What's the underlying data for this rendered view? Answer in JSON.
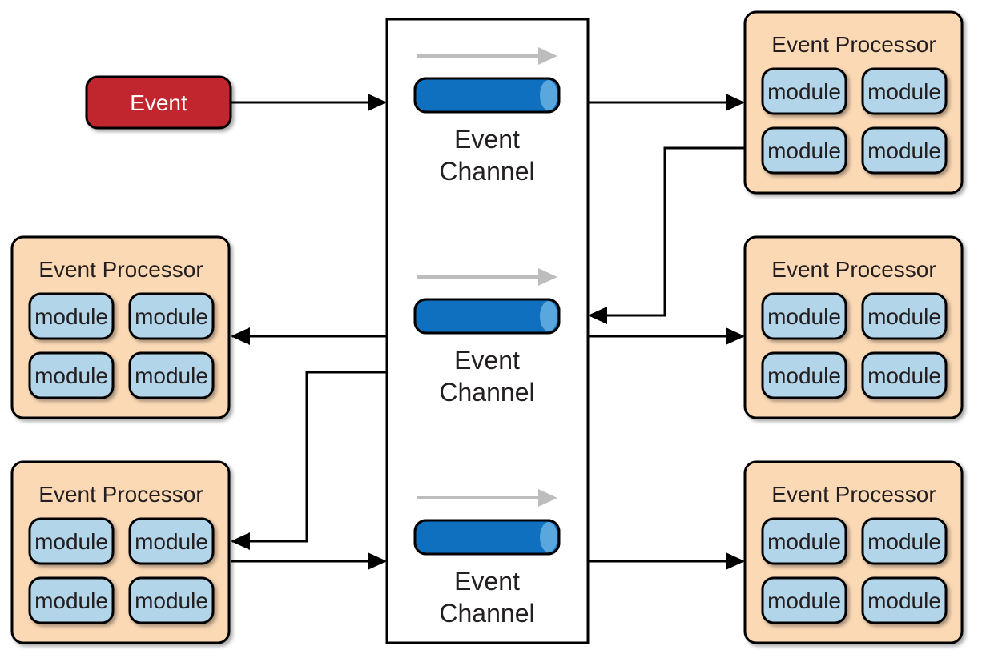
{
  "event": {
    "label": "Event",
    "color": "#c1272d"
  },
  "mediator": {
    "channels": [
      {
        "line1": "Event",
        "line2": "Channel"
      },
      {
        "line1": "Event",
        "line2": "Channel"
      },
      {
        "line1": "Event",
        "line2": "Channel"
      }
    ]
  },
  "processors": {
    "right_top": {
      "title": "Event Processor",
      "modules": [
        "module",
        "module",
        "module",
        "module"
      ]
    },
    "right_middle": {
      "title": "Event Processor",
      "modules": [
        "module",
        "module",
        "module",
        "module"
      ]
    },
    "right_bottom": {
      "title": "Event Processor",
      "modules": [
        "module",
        "module",
        "module",
        "module"
      ]
    },
    "left_middle": {
      "title": "Event Processor",
      "modules": [
        "module",
        "module",
        "module",
        "module"
      ]
    },
    "left_bottom": {
      "title": "Event Processor",
      "modules": [
        "module",
        "module",
        "module",
        "module"
      ]
    }
  },
  "colors": {
    "processor_fill": "#fbd9b5",
    "module_fill": "#b3d5ea",
    "channel_fill": "#0f70bf",
    "channel_end": "#5aa7de",
    "flow_arrow": "#bdbdbd",
    "line": "#000000"
  }
}
